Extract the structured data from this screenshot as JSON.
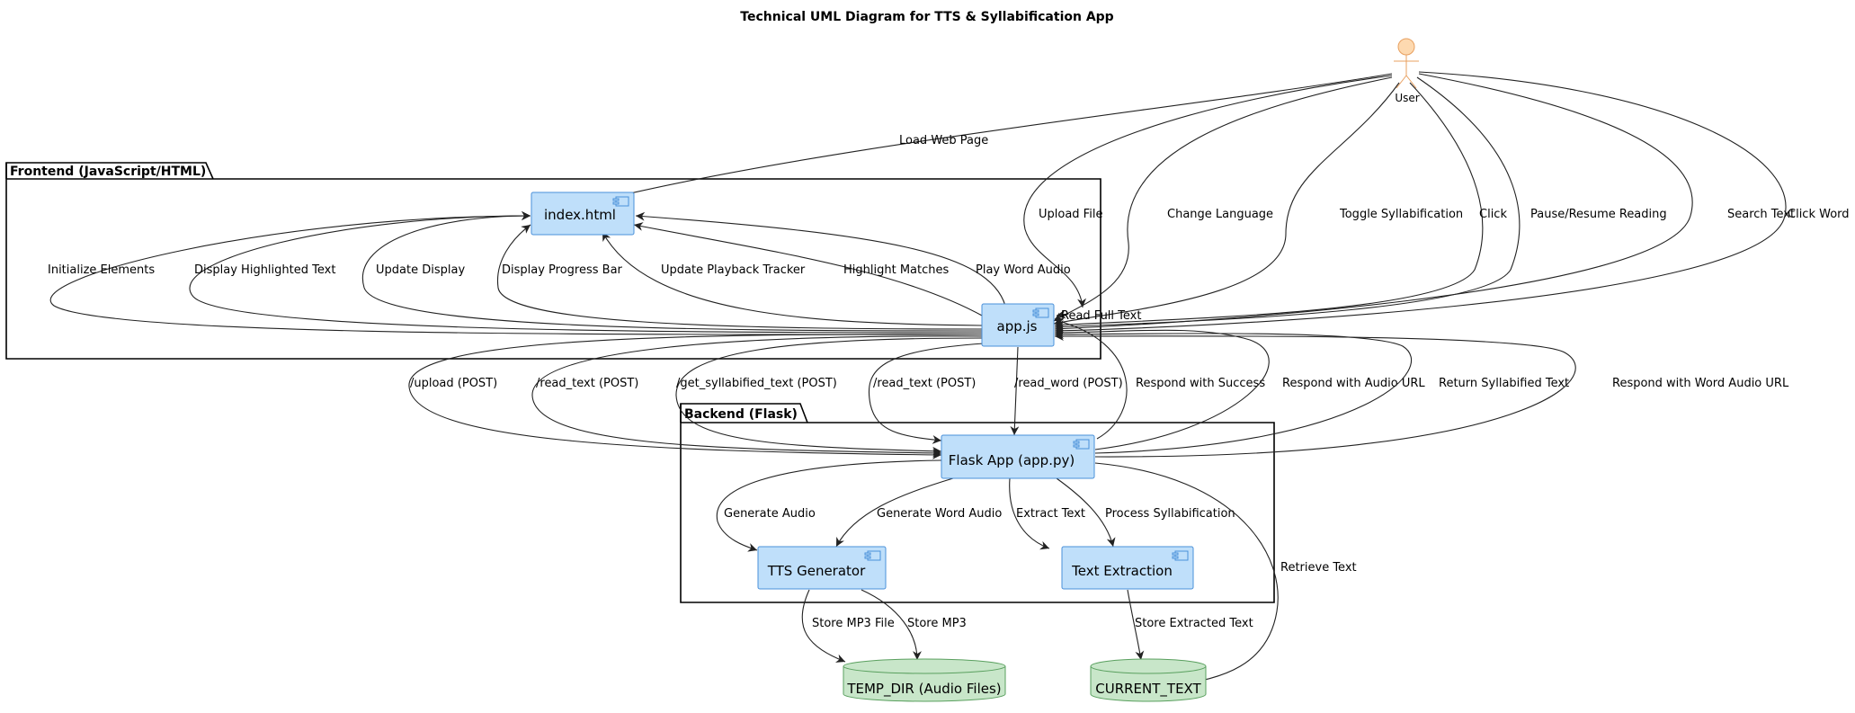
{
  "title": "Technical UML Diagram for TTS & Syllabification App",
  "actor": {
    "label": "User"
  },
  "packages": {
    "frontend": "Frontend (JavaScript/HTML)",
    "backend": "Backend (Flask)"
  },
  "components": {
    "index_html": "index.html",
    "app_js": "app.js",
    "flask_app": "Flask App (app.py)",
    "tts_generator": "TTS Generator",
    "text_extraction": "Text Extraction"
  },
  "databases": {
    "temp_dir": "TEMP_DIR (Audio Files)",
    "current_text": "CURRENT_TEXT"
  },
  "edges": {
    "load_web_page": "Load Web Page",
    "upload_file": "Upload File",
    "change_language": "Change Language",
    "toggle_syllabification": "Toggle Syllabification",
    "click": "Click",
    "pause_resume": "Pause/Resume Reading",
    "search_text": "Search Text",
    "click_word": "Click Word",
    "read_full_text": "Read Full Text",
    "initialize_elements": "Initialize Elements",
    "display_highlighted": "Display Highlighted Text",
    "update_display": "Update Display",
    "display_progress": "Display Progress Bar",
    "update_playback": "Update Playback Tracker",
    "highlight_matches": "Highlight Matches",
    "play_word_audio": "Play Word Audio",
    "upload_post": "/upload (POST)",
    "read_text_post_1": "/read_text (POST)",
    "get_syllabified_post": "/get_syllabified_text (POST)",
    "read_text_post_2": "/read_text (POST)",
    "read_word_post": "/read_word (POST)",
    "respond_success": "Respond with Success",
    "respond_audio_url": "Respond with Audio URL",
    "return_syllabified": "Return Syllabified Text",
    "respond_word_audio_url": "Respond with Word Audio URL",
    "generate_audio": "Generate Audio",
    "generate_word_audio": "Generate Word Audio",
    "extract_text": "Extract Text",
    "process_syllabification": "Process Syllabification",
    "retrieve_text": "Retrieve Text",
    "store_mp3_file": "Store MP3 File",
    "store_mp3": "Store MP3",
    "store_extracted_text": "Store Extracted Text"
  },
  "colors": {
    "component_fill": "#bfdffa",
    "component_stroke": "#4a90d9",
    "database_fill": "#c8e6c9",
    "actor_fill": "#fdd9b0"
  }
}
